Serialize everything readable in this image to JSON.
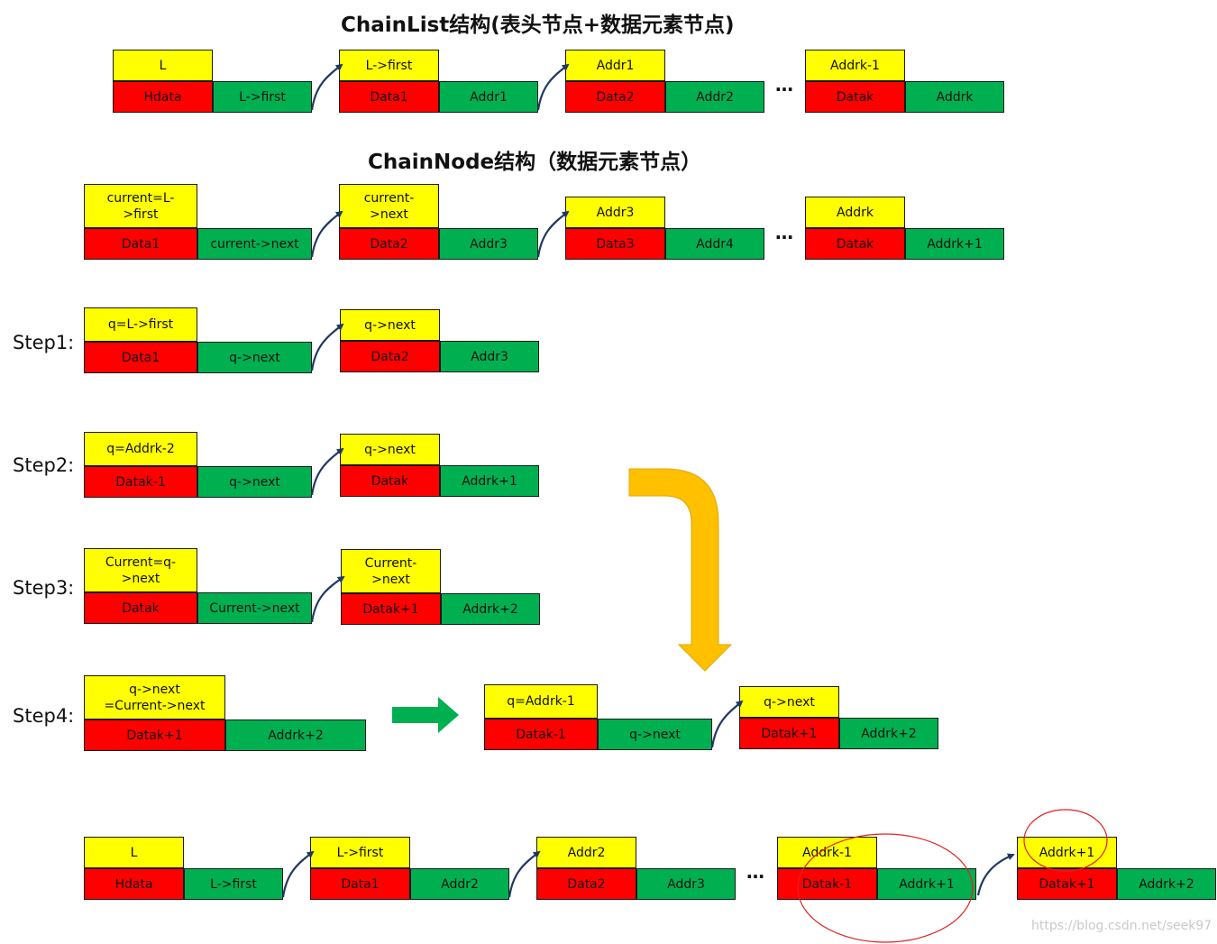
{
  "titles": {
    "chainlist": "ChainList结构(表头节点+数据元素节点)",
    "chainnode": "ChainNode结构（数据元素节点）"
  },
  "steps": [
    "Step1:",
    "Step2:",
    "Step3:",
    "Step4:"
  ],
  "ellipsis": "…",
  "watermark": "https://blog.csdn.net/seek97",
  "colors": {
    "top": "#ffff00",
    "data": "#ff0000",
    "link": "#00b050",
    "arrow_orange": "#ffc000",
    "arrow_green": "#00b050",
    "arrow_curve": "#1f3864",
    "highlight": "#e02020"
  },
  "rows": {
    "chainlist": [
      {
        "top": "L",
        "data": "Hdata",
        "link": "L->first"
      },
      {
        "top": "L->first",
        "data": "Data1",
        "link": "Addr1"
      },
      {
        "top": "Addr1",
        "data": "Data2",
        "link": "Addr2"
      },
      {
        "top": "Addrk-1",
        "data": "Datak",
        "link": "Addrk"
      }
    ],
    "chainnode": [
      {
        "top": "current=L-\n>first",
        "data": "Data1",
        "link": "current->next"
      },
      {
        "top": "current-\n>next",
        "data": "Data2",
        "link": "Addr3"
      },
      {
        "top": "Addr3",
        "data": "Data3",
        "link": "Addr4"
      },
      {
        "top": "Addrk",
        "data": "Datak",
        "link": "Addrk+1"
      }
    ],
    "step1": [
      {
        "top": "q=L->first",
        "data": "Data1",
        "link": "q->next"
      },
      {
        "top": "q->next",
        "data": "Data2",
        "link": "Addr3"
      }
    ],
    "step2": [
      {
        "top": "q=Addrk-2",
        "data": "Datak-1",
        "link": "q->next"
      },
      {
        "top": "q->next",
        "data": "Datak",
        "link": "Addrk+1"
      }
    ],
    "step3": [
      {
        "top": "Current=q-\n>next",
        "data": "Datak",
        "link": "Current->next"
      },
      {
        "top": "Current-\n>next",
        "data": "Datak+1",
        "link": "Addrk+2"
      }
    ],
    "step4_left": [
      {
        "top": "q->next\n=Current->next",
        "data": "Datak+1",
        "link": "Addrk+2"
      }
    ],
    "step4_right": [
      {
        "top": "q=Addrk-1",
        "data": "Datak-1",
        "link": "q->next"
      },
      {
        "top": "q->next",
        "data": "Datak+1",
        "link": "Addrk+2"
      }
    ],
    "final": [
      {
        "top": "L",
        "data": "Hdata",
        "link": "L->first"
      },
      {
        "top": "L->first",
        "data": "Data1",
        "link": "Addr2"
      },
      {
        "top": "Addr2",
        "data": "Data2",
        "link": "Addr3"
      },
      {
        "top": "Addrk-1",
        "data": "Datak-1",
        "link": "Addrk+1"
      },
      {
        "top": "Addrk+1",
        "data": "Datak+1",
        "link": "Addrk+2"
      }
    ]
  }
}
